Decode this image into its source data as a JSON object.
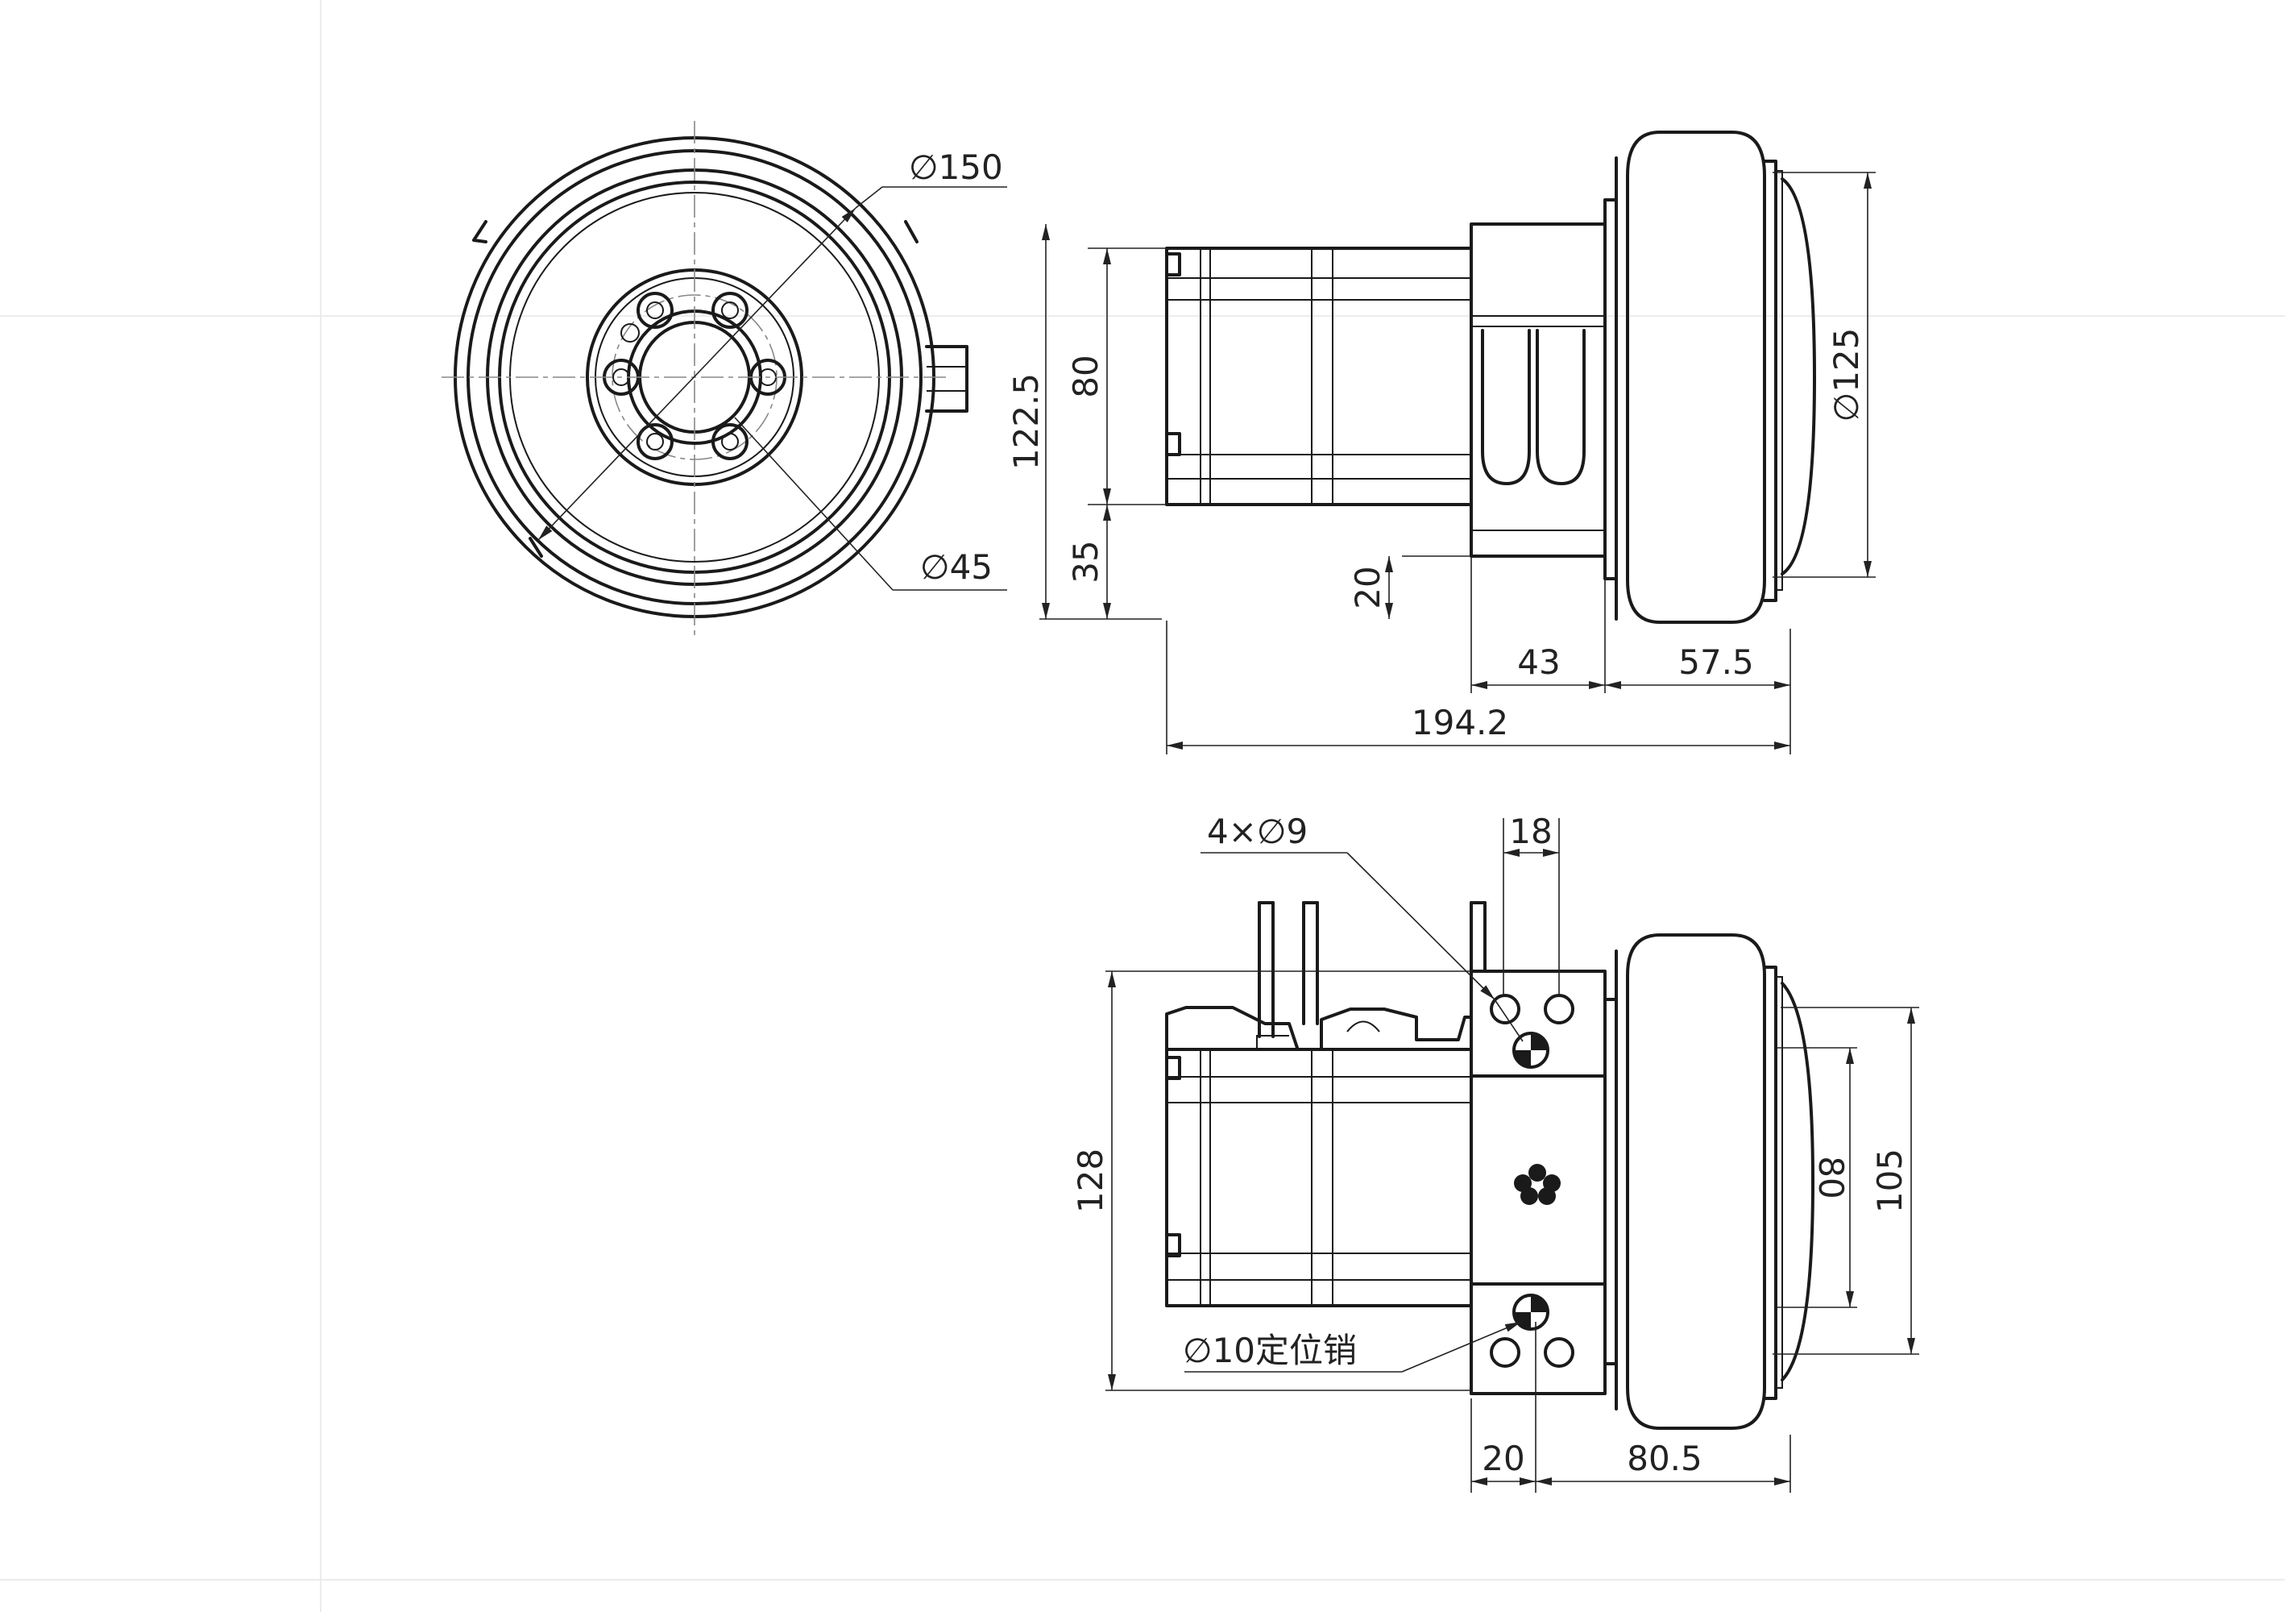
{
  "front_view": {
    "labels": {
      "d150": "∅150",
      "d45": "∅45"
    }
  },
  "side_view": {
    "labels": {
      "h122_5": "122.5",
      "h80": "80",
      "h35": "35",
      "h20": "20",
      "d125": "∅125",
      "w43": "43",
      "w57_5": "57.5",
      "w194_2": "194.2"
    }
  },
  "top_view": {
    "labels": {
      "holes": "4×∅9",
      "w18": "18",
      "h128": "128",
      "h80": "80",
      "h105": "105",
      "pin": "∅10定位销",
      "w20": "20",
      "w80_5": "80.5"
    }
  }
}
